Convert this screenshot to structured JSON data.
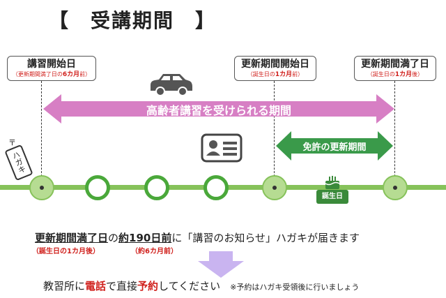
{
  "title": "【　受講期間　】",
  "markers": {
    "start": {
      "label": "講習開始日",
      "sub_pre": "（更新期間満了日の",
      "sub_em": "6カ月",
      "sub_post": "前）"
    },
    "renewal_start": {
      "label": "更新期間開始日",
      "sub_pre": "（誕生日の",
      "sub_em": "1カ月",
      "sub_post": "前）"
    },
    "renewal_end": {
      "label": "更新期間満了日",
      "sub_pre": "（誕生日の",
      "sub_em": "1カ月",
      "sub_post": "後）"
    }
  },
  "arrows": {
    "course_period": "高齢者講習を受けられる期間",
    "renewal_period": "免許の更新期間"
  },
  "postcard_text": "ハガキ",
  "birthday_label": "誕生日",
  "message": {
    "part1": "更新期間満了日",
    "part2": "の",
    "part3": "約190日前",
    "part4": "に「講習のお知らせ」ハガキが届きます",
    "note1": "（誕生日の1カ月後）",
    "note2": "（約6カ月前）"
  },
  "contact": {
    "part1": "教習所に",
    "part2": "電話",
    "part3": "で直接",
    "part4": "予約",
    "part5": "してください",
    "note": "※予約はハガキ受領後に行いましょう"
  },
  "colors": {
    "pink_arrow": "#d77fc4",
    "green_arrow": "#3a9a4a",
    "timeline": "#86c25a",
    "down_arrow": "#c9b4f0",
    "accent_red": "#d0201c"
  }
}
